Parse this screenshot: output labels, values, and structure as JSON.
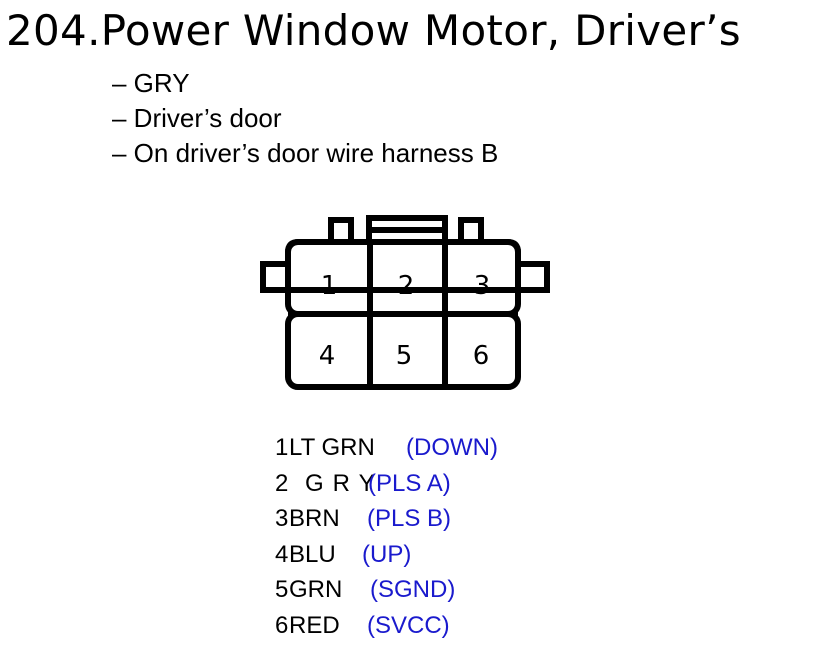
{
  "page": {
    "title": "204.Power Window Motor, Driver’s"
  },
  "details": [
    "– GRY",
    "– Driver’s door",
    "– On driver’s door wire harness B"
  ],
  "connector": {
    "cavities": [
      "1",
      "2",
      "3",
      "4",
      "5",
      "6"
    ]
  },
  "pins": [
    {
      "number": "1",
      "color": "LT GRN",
      "function": "(DOWN)"
    },
    {
      "number": "2",
      "color": "GRY",
      "function": "(PLS A)"
    },
    {
      "number": "3",
      "color": "BRN",
      "function": "(PLS B)"
    },
    {
      "number": "4",
      "color": "BLU",
      "function": "(UP)"
    },
    {
      "number": "5",
      "color": "GRN",
      "function": "(SGND)"
    },
    {
      "number": "6",
      "color": "RED",
      "function": "(SVCC)"
    }
  ],
  "colors": {
    "function_text": "#1a1acd",
    "outline": "#000000"
  }
}
